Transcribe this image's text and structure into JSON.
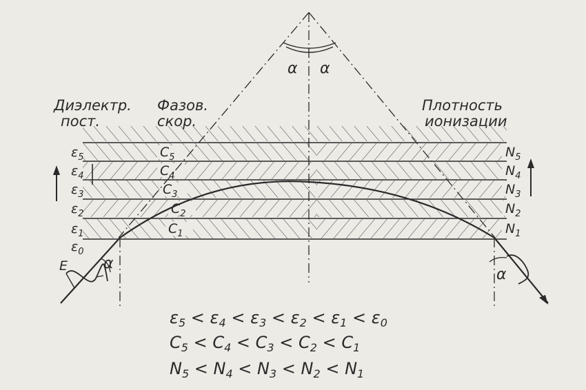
{
  "headers": {
    "dielectric": [
      "Диэлектр.",
      "пост."
    ],
    "phase_velocity": [
      "Фазов.",
      "скор."
    ],
    "ionization": [
      "Плотность",
      "ионизации"
    ]
  },
  "angle_symbol": "α",
  "wave_symbol": "E",
  "layers": [
    {
      "eps": "ε",
      "eps_sub": "5",
      "c": "C",
      "c_sub": "5",
      "n": "N",
      "n_sub": "5"
    },
    {
      "eps": "ε",
      "eps_sub": "4",
      "c": "C",
      "c_sub": "4",
      "n": "N",
      "n_sub": "4"
    },
    {
      "eps": "ε",
      "eps_sub": "3",
      "c": "C",
      "c_sub": "3",
      "n": "N",
      "n_sub": "3"
    },
    {
      "eps": "ε",
      "eps_sub": "2",
      "c": "C",
      "c_sub": "2",
      "n": "N",
      "n_sub": "2"
    },
    {
      "eps": "ε",
      "eps_sub": "1",
      "c": "C",
      "c_sub": "1",
      "n": "N",
      "n_sub": "1"
    }
  ],
  "eps0": {
    "sym": "ε",
    "sub": "0"
  },
  "inequalities": [
    [
      [
        "ε",
        "5"
      ],
      [
        "ε",
        "4"
      ],
      [
        "ε",
        "3"
      ],
      [
        "ε",
        "2"
      ],
      [
        "ε",
        "1"
      ],
      [
        "ε",
        "0"
      ]
    ],
    [
      [
        "C",
        "5"
      ],
      [
        "C",
        "4"
      ],
      [
        "C",
        "3"
      ],
      [
        "C",
        "2"
      ],
      [
        "C",
        "1"
      ]
    ],
    [
      [
        "N",
        "5"
      ],
      [
        "N",
        "4"
      ],
      [
        "N",
        "3"
      ],
      [
        "N",
        "2"
      ],
      [
        "N",
        "1"
      ]
    ]
  ],
  "less_than": "<",
  "colors": {
    "ink": "#2a2a2a",
    "paper": "#ecebe6",
    "hatch": "#3a3a3a"
  }
}
